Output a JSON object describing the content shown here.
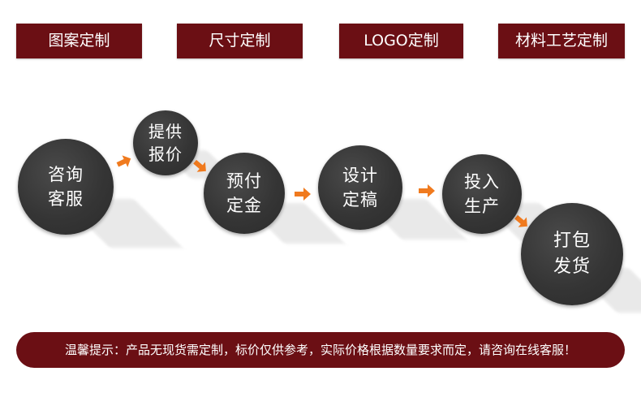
{
  "tags": [
    {
      "label": "图案定制"
    },
    {
      "label": "尺寸定制"
    },
    {
      "label": "LOGO定制"
    },
    {
      "label": "材料工艺定制"
    }
  ],
  "steps": [
    {
      "line1": "咨询",
      "line2": "客服"
    },
    {
      "line1": "提供",
      "line2": "报价"
    },
    {
      "line1": "预付",
      "line2": "定金"
    },
    {
      "line1": "设计",
      "line2": "定稿"
    },
    {
      "line1": "投入",
      "line2": "生产"
    },
    {
      "line1": "打包",
      "line2": "发货"
    }
  ],
  "notice": {
    "text": "温馨提示：产品无现货需定制，标价仅供参考，实际价格根据数量要求而定，请咨询在线客服！"
  },
  "colors": {
    "banner": "#6b0f14",
    "circle": "#333333",
    "arrow": "#f07a1e",
    "text": "#ffffff"
  }
}
